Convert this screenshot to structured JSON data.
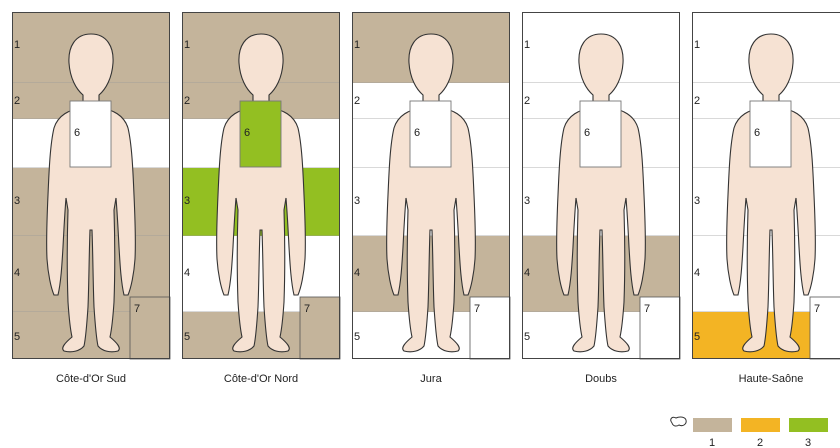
{
  "colors": {
    "type_1": "#c4b49b",
    "type_2": "#f3b424",
    "type_3": "#93bf22",
    "none": "#ffffff",
    "body_fill": "#f6e2d3",
    "outline": "#333333"
  },
  "panels": [
    {
      "caption": "Côte-d'Or Sud",
      "zone_types": {
        "1": 1,
        "2": 1,
        "3": 1,
        "4": 1,
        "5": 1,
        "6": 0,
        "7": 1,
        "white_band": 0
      }
    },
    {
      "caption": "Côte-d'Or Nord",
      "zone_types": {
        "1": 1,
        "2": 1,
        "3": 3,
        "4": 0,
        "5": 1,
        "6": 3,
        "7": 1,
        "white_band": 0
      }
    },
    {
      "caption": "Jura",
      "zone_types": {
        "1": 1,
        "2": 0,
        "3": 0,
        "4": 1,
        "5": 0,
        "6": 0,
        "7": 0,
        "white_band": 0
      }
    },
    {
      "caption": "Doubs",
      "zone_types": {
        "1": 0,
        "2": 0,
        "3": 0,
        "4": 1,
        "5": 0,
        "6": 0,
        "7": 0,
        "white_band": 0
      }
    },
    {
      "caption": "Haute-Saône",
      "zone_types": {
        "1": 0,
        "2": 0,
        "3": 0,
        "4": 0,
        "5": 2,
        "6": 0,
        "7": 0,
        "white_band": 0
      }
    }
  ],
  "zone_labels": [
    "1",
    "2",
    "3",
    "4",
    "5",
    "6",
    "7"
  ],
  "legend": {
    "items": [
      {
        "label": "1",
        "type": 1
      },
      {
        "label": "2",
        "type": 2
      },
      {
        "label": "3",
        "type": 3
      }
    ]
  }
}
